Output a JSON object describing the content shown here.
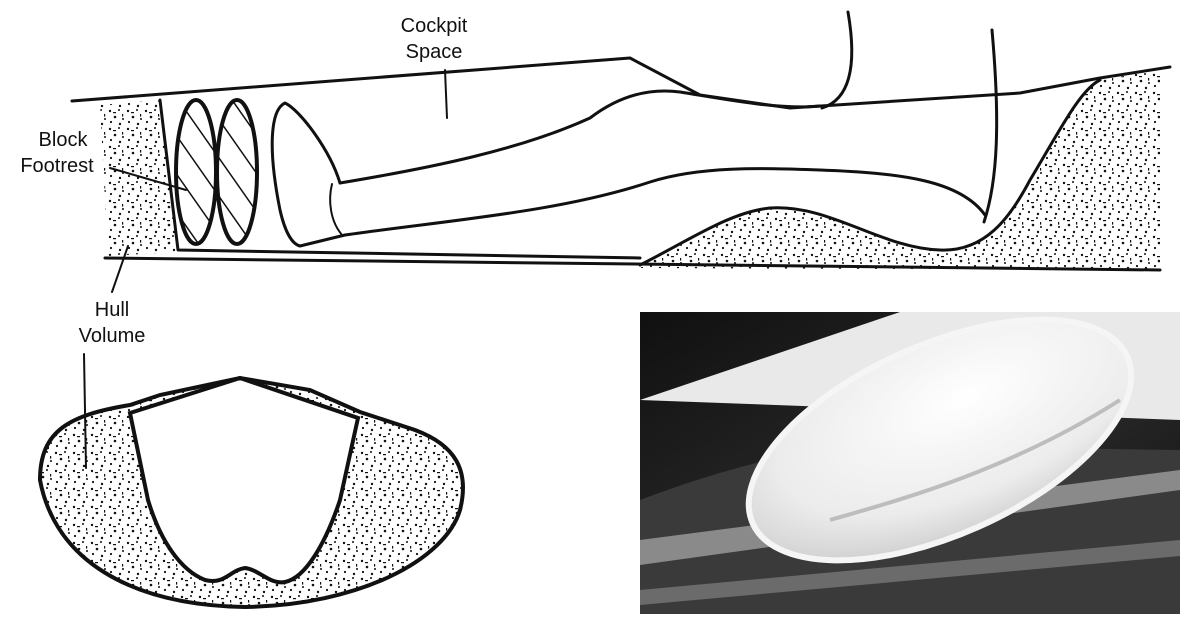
{
  "labels": {
    "cockpit": [
      "Cockpit",
      "Space"
    ],
    "block": [
      "Block",
      "Footrest"
    ],
    "hull": [
      "Hull",
      "Volume"
    ]
  },
  "colors": {
    "ink": "#111111",
    "paper": "#ffffff",
    "photo_dark": "#1c1c1c"
  },
  "photo": {
    "subject": "kayak-cockpit-footrest-photo"
  }
}
